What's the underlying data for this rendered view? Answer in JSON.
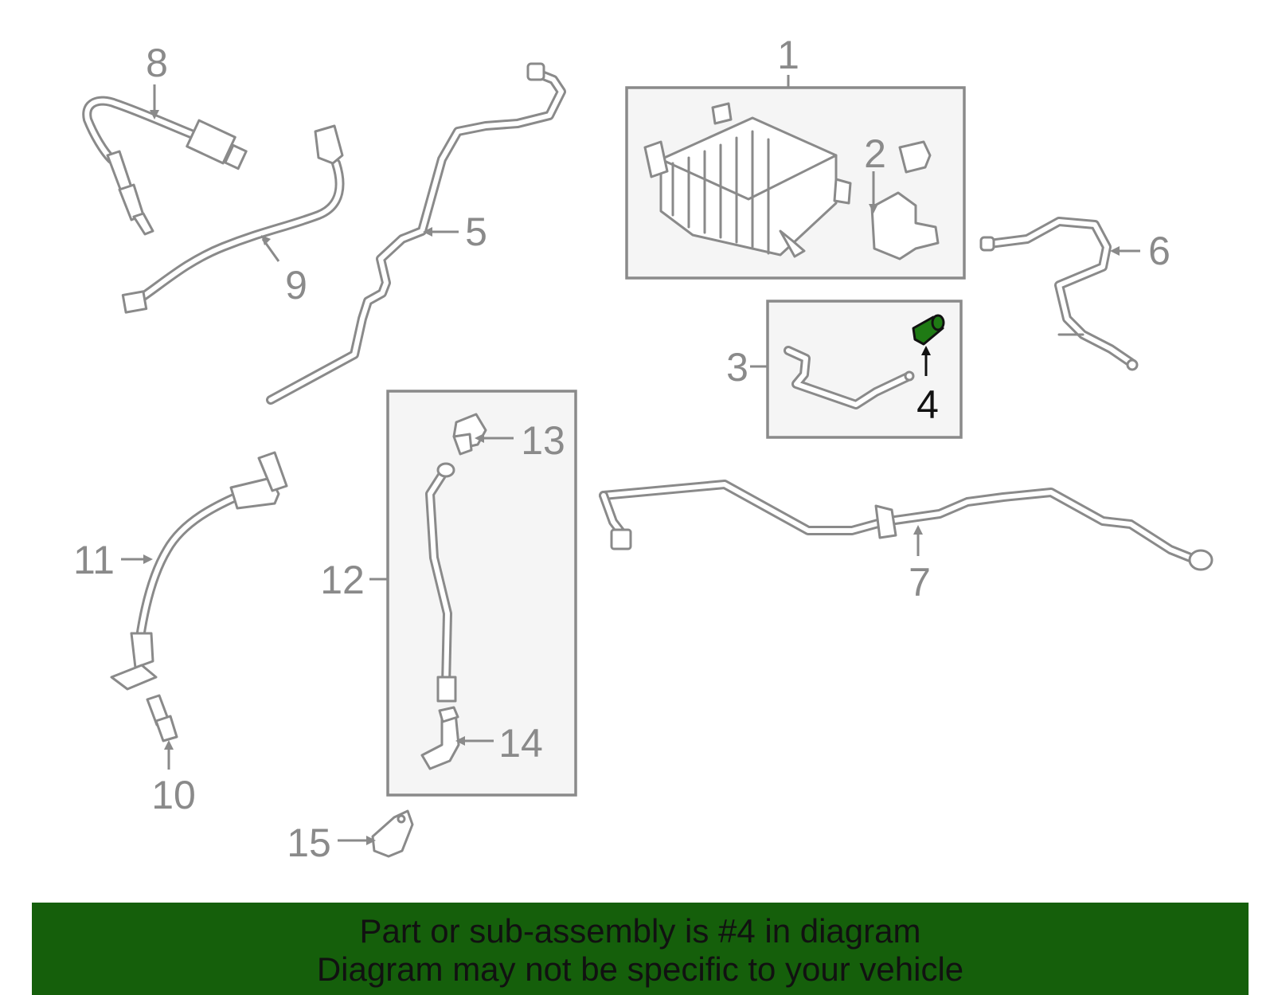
{
  "diagram": {
    "highlighted_part": "4",
    "highlight_color": "#1f7a14",
    "callouts": [
      {
        "id": "1",
        "label": "1"
      },
      {
        "id": "2",
        "label": "2"
      },
      {
        "id": "3",
        "label": "3"
      },
      {
        "id": "4",
        "label": "4"
      },
      {
        "id": "5",
        "label": "5"
      },
      {
        "id": "6",
        "label": "6"
      },
      {
        "id": "7",
        "label": "7"
      },
      {
        "id": "8",
        "label": "8"
      },
      {
        "id": "9",
        "label": "9"
      },
      {
        "id": "10",
        "label": "10"
      },
      {
        "id": "11",
        "label": "11"
      },
      {
        "id": "12",
        "label": "12"
      },
      {
        "id": "13",
        "label": "13"
      },
      {
        "id": "14",
        "label": "14"
      },
      {
        "id": "15",
        "label": "15"
      }
    ]
  },
  "banner": {
    "line1": "Part or sub-assembly is #4 in diagram",
    "line2": "Diagram may not be specific to your vehicle",
    "background": "#155f0b"
  }
}
